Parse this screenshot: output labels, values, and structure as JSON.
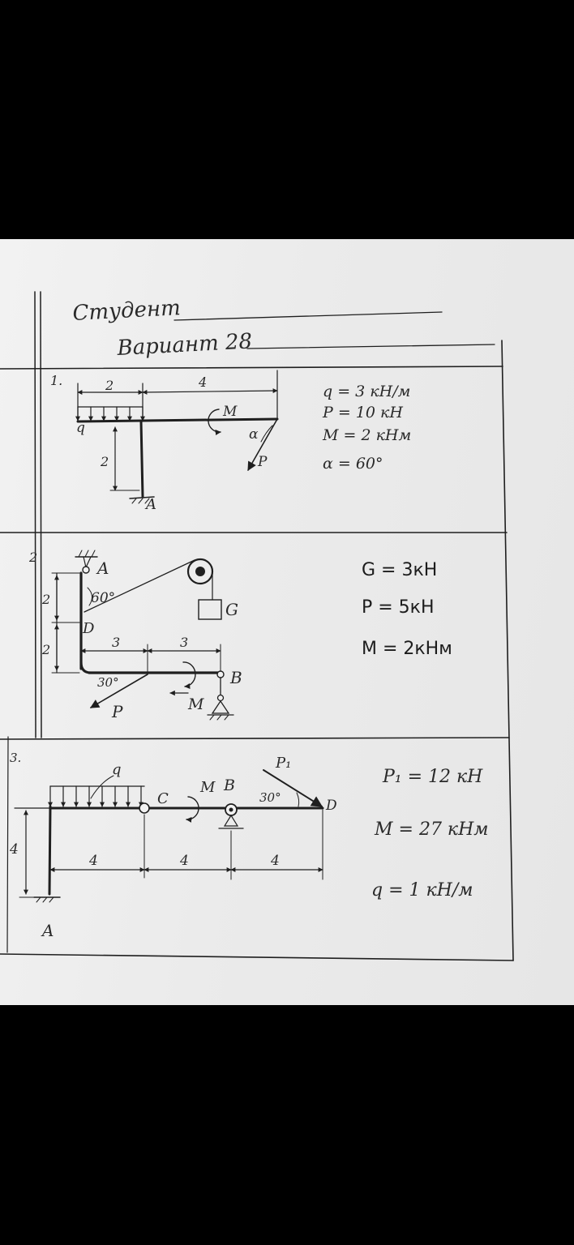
{
  "header": {
    "student_label": "Студент",
    "variant_label": "Вариант 28"
  },
  "problems": [
    {
      "number": "1.",
      "dims": {
        "d1": "2",
        "d2": "4",
        "d3": "2"
      },
      "labels": {
        "q": "q",
        "m": "M",
        "p": "P",
        "alpha": "α",
        "a": "A"
      },
      "givens": [
        "q = 3 кН/м",
        "P = 10 кН",
        "M = 2 кНм",
        "α = 60°"
      ]
    },
    {
      "number": "2",
      "dims": {
        "d1": "2",
        "d2": "2",
        "d3": "3",
        "d4": "3"
      },
      "labels": {
        "a": "A",
        "d": "D",
        "b": "B",
        "g": "G",
        "p": "P",
        "m": "M",
        "angle1": "60°",
        "angle2": "30°"
      },
      "givens": [
        "G = 3кН",
        "P = 5кН",
        "M = 2кНм"
      ]
    },
    {
      "number": "3.",
      "dims": {
        "d1": "4",
        "d2": "4",
        "d3": "4",
        "d4": "4"
      },
      "labels": {
        "q": "q",
        "c": "C",
        "m": "M",
        "b": "B",
        "p1": "P₁",
        "angle": "30°",
        "d": "D",
        "a": "A"
      },
      "givens": [
        "P₁ = 12 кН",
        "M = 27 кНм",
        "q = 1 кН/м"
      ]
    }
  ]
}
